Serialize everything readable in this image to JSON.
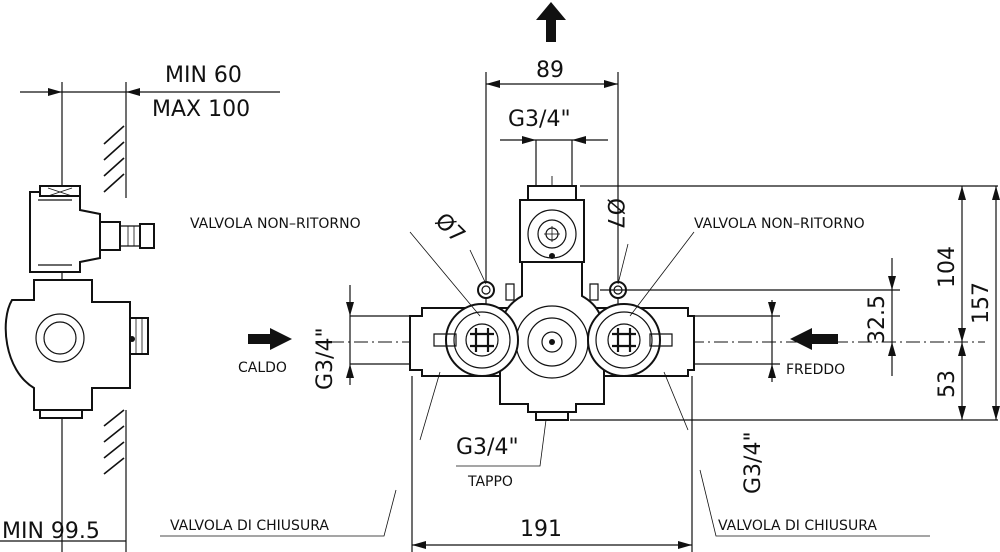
{
  "dimensions": {
    "wall_min": "MIN 60",
    "wall_max": "MAX 100",
    "depth_min": "MIN 99.5",
    "width_top": "89",
    "thread_top": "G3/4\"",
    "diameter_left": "Ø7",
    "diameter_right": "Ø7",
    "thread_left": "G3/4\"",
    "thread_cap": "G3/4\"",
    "thread_bottom_right": "G3/4\"",
    "width_total": "191",
    "height_104": "104",
    "height_157": "157",
    "offset_32_5": "32.5",
    "offset_53": "53"
  },
  "labels": {
    "nonreturn_left": "VALVOLA NON–RITORNO",
    "nonreturn_right": "VALVOLA NON–RITORNO",
    "hot": "CALDO",
    "cold": "FREDDO",
    "cap": "TAPPO",
    "shutoff_left": "VALVOLA DI CHIUSURA",
    "shutoff_right": "VALVOLA DI CHIUSURA"
  },
  "icons": {
    "outlet_arrow": "arrow-up-icon",
    "hot_arrow": "arrow-right-icon",
    "cold_arrow": "arrow-left-icon"
  }
}
